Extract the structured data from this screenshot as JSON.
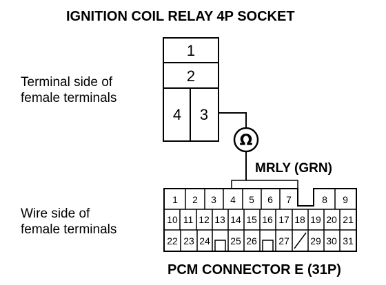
{
  "title": "IGNITION COIL RELAY 4P SOCKET",
  "relay_socket": {
    "label_line1": "Terminal side of",
    "label_line2": "female terminals",
    "terminals": [
      "1",
      "2",
      "4",
      "3"
    ]
  },
  "meter": {
    "symbol": "Ω"
  },
  "wire": {
    "label": "MRLY (GRN)"
  },
  "pcm_connector": {
    "label_line1": "Wire side of",
    "label_line2": "female terminals",
    "caption": "PCM CONNECTOR E (31P)",
    "row1": [
      "1",
      "2",
      "3",
      "4",
      "5",
      "6",
      "7",
      "8",
      "9"
    ],
    "row2": [
      "10",
      "11",
      "12",
      "13",
      "14",
      "15",
      "16",
      "17",
      "18",
      "19",
      "20",
      "21"
    ],
    "row3": [
      "22",
      "23",
      "24",
      "25",
      "26",
      "27",
      "29",
      "30",
      "31"
    ]
  }
}
